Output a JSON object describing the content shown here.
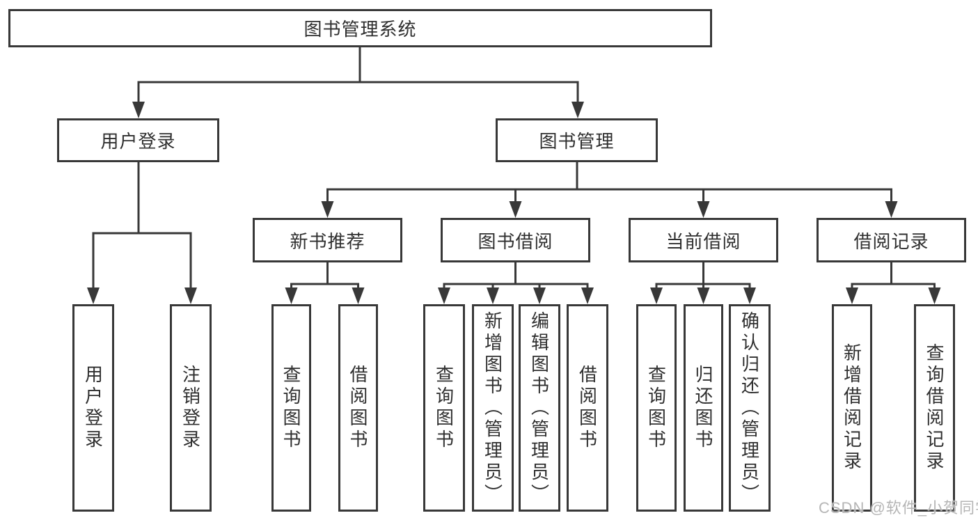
{
  "colors": {
    "line": "#383838",
    "box_border": "#383838",
    "text": "#2f2f2f",
    "box_background": "#ffffff",
    "page_background": "#ffffff",
    "watermark": "#b5b5b5"
  },
  "diagram": {
    "root": "图书管理系统",
    "level2": [
      "用户登录",
      "图书管理"
    ],
    "level3": [
      "新书推荐",
      "图书借阅",
      "当前借阅",
      "借阅记录"
    ],
    "leaves": [
      "用户登录",
      "注销登录",
      "查询图书",
      "借阅图书",
      "查询图书",
      "新增图书（管理员）",
      "编辑图书（管理员）",
      "借阅图书",
      "查询图书",
      "归还图书",
      "确认归还（管理员）",
      "新增借阅记录",
      "查询借阅记录"
    ],
    "structure": {
      "图书管理系统": [
        "用户登录",
        "图书管理"
      ],
      "用户登录": [
        "用户登录",
        "注销登录"
      ],
      "图书管理": [
        "新书推荐",
        "图书借阅",
        "当前借阅",
        "借阅记录"
      ],
      "新书推荐": [
        "查询图书",
        "借阅图书"
      ],
      "图书借阅": [
        "查询图书",
        "新增图书（管理员）",
        "编辑图书（管理员）",
        "借阅图书"
      ],
      "当前借阅": [
        "查询图书",
        "归还图书",
        "确认归还（管理员）"
      ],
      "借阅记录": [
        "新增借阅记录",
        "查询借阅记录"
      ]
    }
  },
  "watermark": "CSDN @软件_小贺同学"
}
